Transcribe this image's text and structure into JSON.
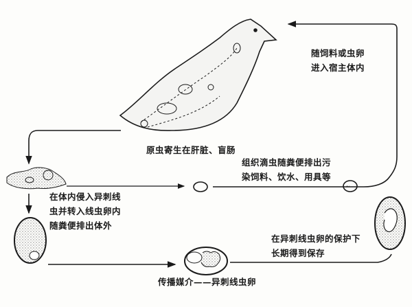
{
  "labels": {
    "host_entry": [
      "随饲料或虫卵",
      "进入宿主体内"
    ],
    "parasite_site": "原虫寄生在肝脏、盲肠",
    "excretion": [
      "组织滴虫随粪便排出污",
      "染饲料、饮水、用具等"
    ],
    "invade_worm": [
      "在体内侵入异刺线",
      "虫并转入线虫卵内",
      "随粪便排出体外"
    ],
    "protection": [
      "在异刺线虫卵的保护下",
      "长期得到保存"
    ],
    "vector": "传播媒介——异刺线虫卵"
  },
  "colors": {
    "ink": "#1a1a1a",
    "paper": "#fdfdfb"
  }
}
